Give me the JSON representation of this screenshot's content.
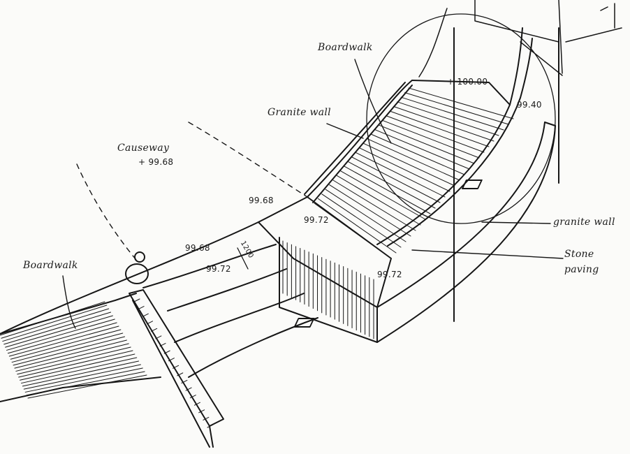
{
  "labels": {
    "boardwalk_top": "Boardwalk",
    "granite_wall_left": "Granite wall",
    "causeway": "Causeway",
    "boardwalk_left": "Boardwalk",
    "granite_wall_right": "granite wall",
    "stone_paving_1": "Stone",
    "stone_paving_2": "paving"
  },
  "levels": {
    "l10000": "+ 100.00",
    "l9940": "99.40",
    "l9968_causeway": "+ 99.68",
    "l9968_a": "99.68",
    "l9972_a": "99.72",
    "l9968_b": "99.68",
    "l9972_b": "99.72",
    "l9972_c": "99.72",
    "width": "1200"
  },
  "colors": {
    "ink": "#161616",
    "paper": "#fbfbf9"
  }
}
